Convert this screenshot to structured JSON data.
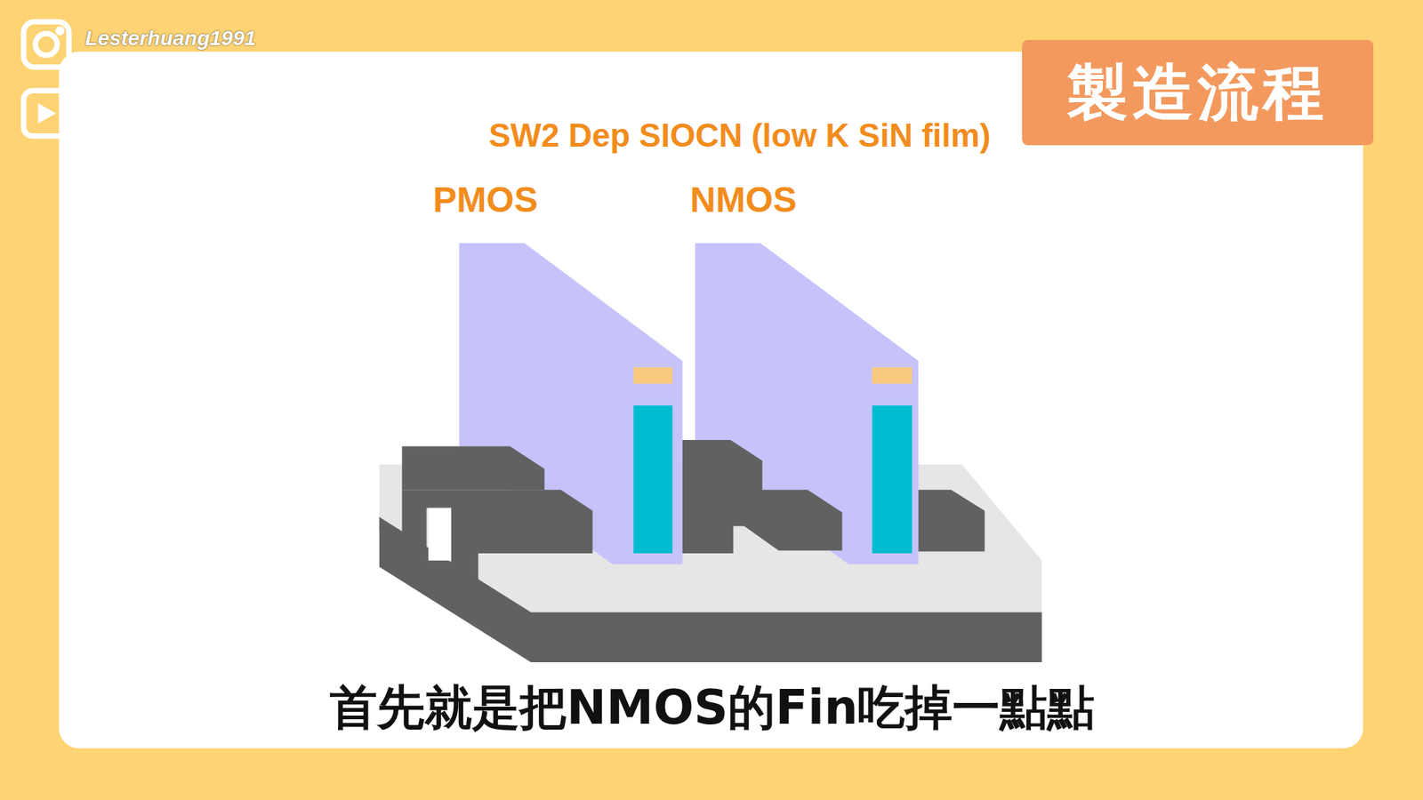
{
  "diagram": {
    "title": "SW2 Dep SIOCN (low K SiN film)",
    "caption": "首先就是把NMOS的Fin吃掉一點點",
    "nodes": [
      {
        "text": [
          "製造流程"
        ]
      }
    ],
    "labels": [
      "Lesterhuang1991",
      "PMOS",
      "NMOS"
    ]
  }
}
